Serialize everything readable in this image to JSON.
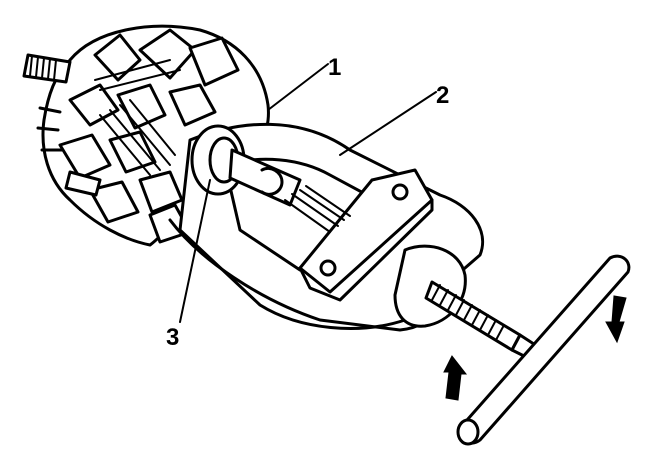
{
  "diagram": {
    "callouts": [
      {
        "id": "1",
        "label": "1"
      },
      {
        "id": "2",
        "label": "2"
      },
      {
        "id": "3",
        "label": "3"
      }
    ],
    "colors": {
      "ink": "#000000",
      "paper": "#ffffff"
    },
    "icons": [
      "up-arrow-icon",
      "down-arrow-icon"
    ]
  }
}
